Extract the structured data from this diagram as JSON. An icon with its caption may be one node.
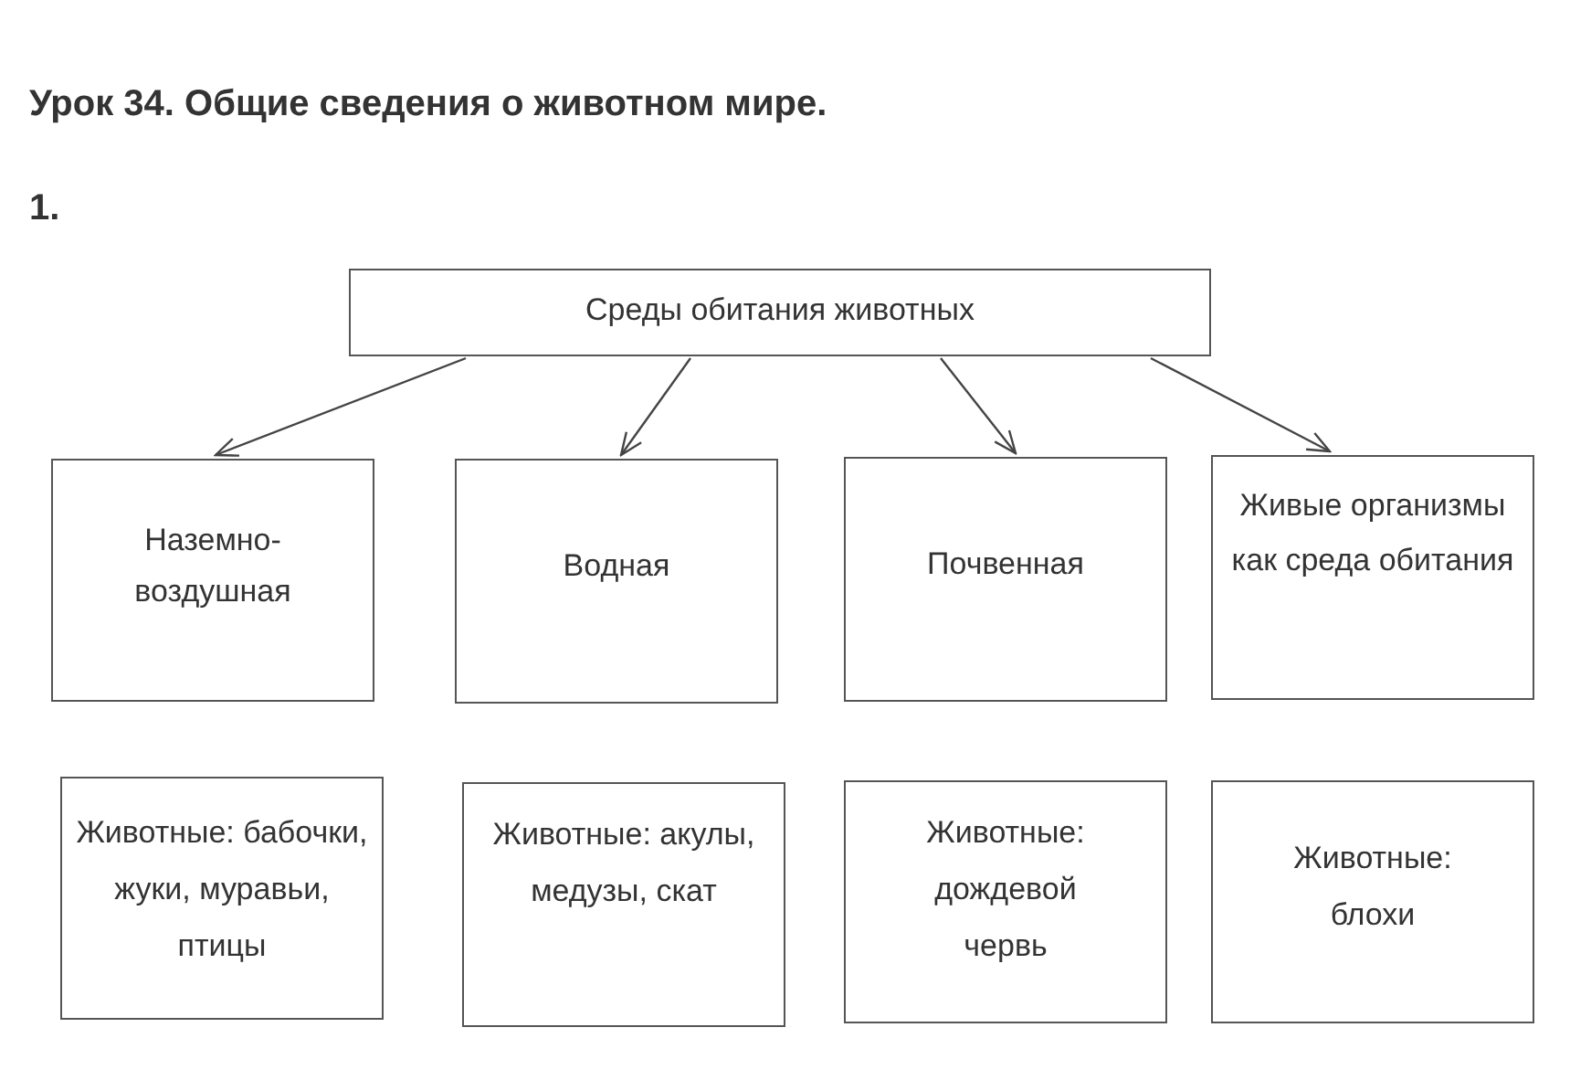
{
  "diagram": {
    "title": "Урок 34. Общие сведения о животном мире.",
    "nodes": [
      {
        "text": [
          "Среды обитания животных"
        ]
      },
      {
        "text": [
          "Наземно-воздушная"
        ]
      },
      {
        "text": [
          "Водная"
        ]
      },
      {
        "text": [
          "Почвенная"
        ]
      },
      {
        "text": [
          "Живые организмы как среда обитания"
        ]
      },
      {
        "text": [
          "Животные: бабочки, жуки, муравьи, птицы"
        ]
      },
      {
        "text": [
          "Животные: акулы, медузы, скат"
        ]
      },
      {
        "text": [
          "Животные: дождевой червь"
        ]
      },
      {
        "text": [
          "Животные: блохи"
        ]
      }
    ],
    "edges": [
      {
        "from": 0,
        "to": 1,
        "arrow": "to"
      },
      {
        "from": 0,
        "to": 2,
        "arrow": "to"
      },
      {
        "from": 0,
        "to": 3,
        "arrow": "to"
      },
      {
        "from": 0,
        "to": 4,
        "arrow": "to"
      }
    ],
    "labels": [
      "1."
    ]
  }
}
